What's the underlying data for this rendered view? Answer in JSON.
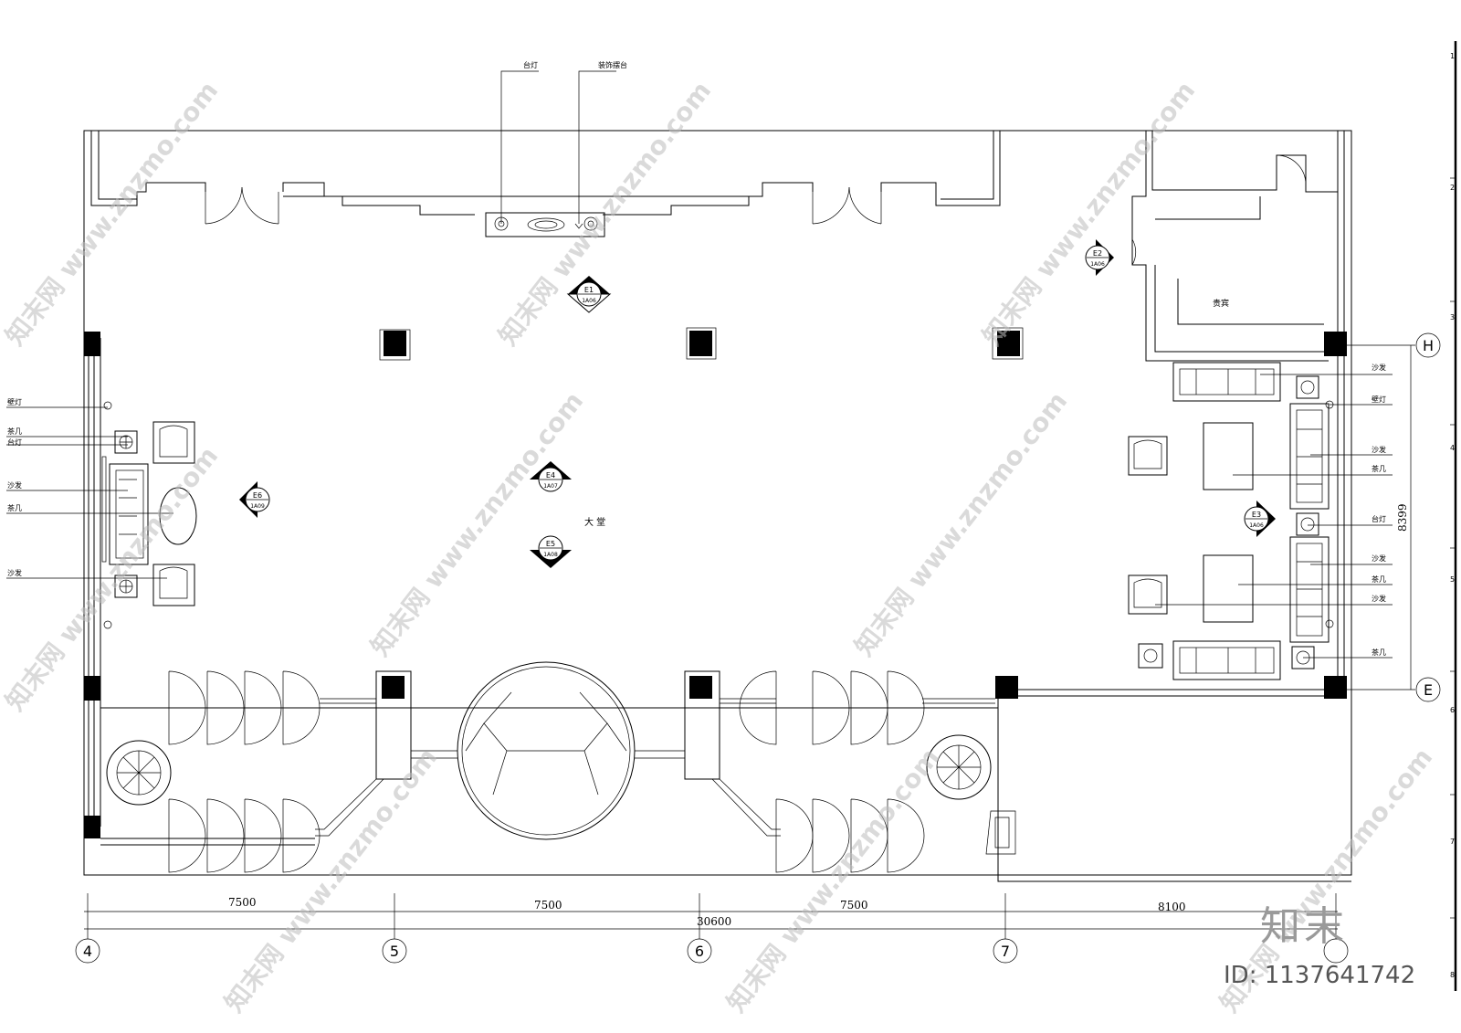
{
  "room_label": "大 堂",
  "store_label": "贵宾",
  "dimensions": {
    "seg1": "7500",
    "seg2": "7500",
    "seg3": "7500",
    "seg4": "8100",
    "total": "30600",
    "vertical": "8399"
  },
  "grid_axes": {
    "a4": "4",
    "a5": "5",
    "a6": "6",
    "a7": "7",
    "h": "H",
    "e": "E"
  },
  "elevation_tags": {
    "e1": {
      "top": "E1",
      "bottom": "1A06"
    },
    "e2": {
      "top": "E2",
      "bottom": "1A06"
    },
    "e3": {
      "top": "E3",
      "bottom": "1A06"
    },
    "e4": {
      "top": "E4",
      "bottom": "1A07"
    },
    "e5": {
      "top": "E5",
      "bottom": "1A08"
    },
    "e6": {
      "top": "E6",
      "bottom": "1A09"
    }
  },
  "top_labels": {
    "lamp": "台灯",
    "display": "装饰摆台"
  },
  "left_labels": {
    "wall_lamp": "壁灯",
    "tea_table": "茶几",
    "table_lamp": "台灯",
    "sofa1": "沙发",
    "coffee_table": "茶几",
    "sofa2": "沙发"
  },
  "right_labels": {
    "sofa1": "沙发",
    "wall_lamp": "壁灯",
    "sofa2": "沙发",
    "tea1": "茶几",
    "table_lamp": "台灯",
    "sofa3": "沙发",
    "tea2": "茶几",
    "sofa4": "沙发",
    "tea3": "茶几"
  },
  "side_ticks": [
    "1",
    "2",
    "3",
    "4",
    "5",
    "6",
    "7",
    "8"
  ],
  "watermark": "知末网 www.znzmo.com",
  "brand": "知末",
  "id_text": "ID: 1137641742"
}
